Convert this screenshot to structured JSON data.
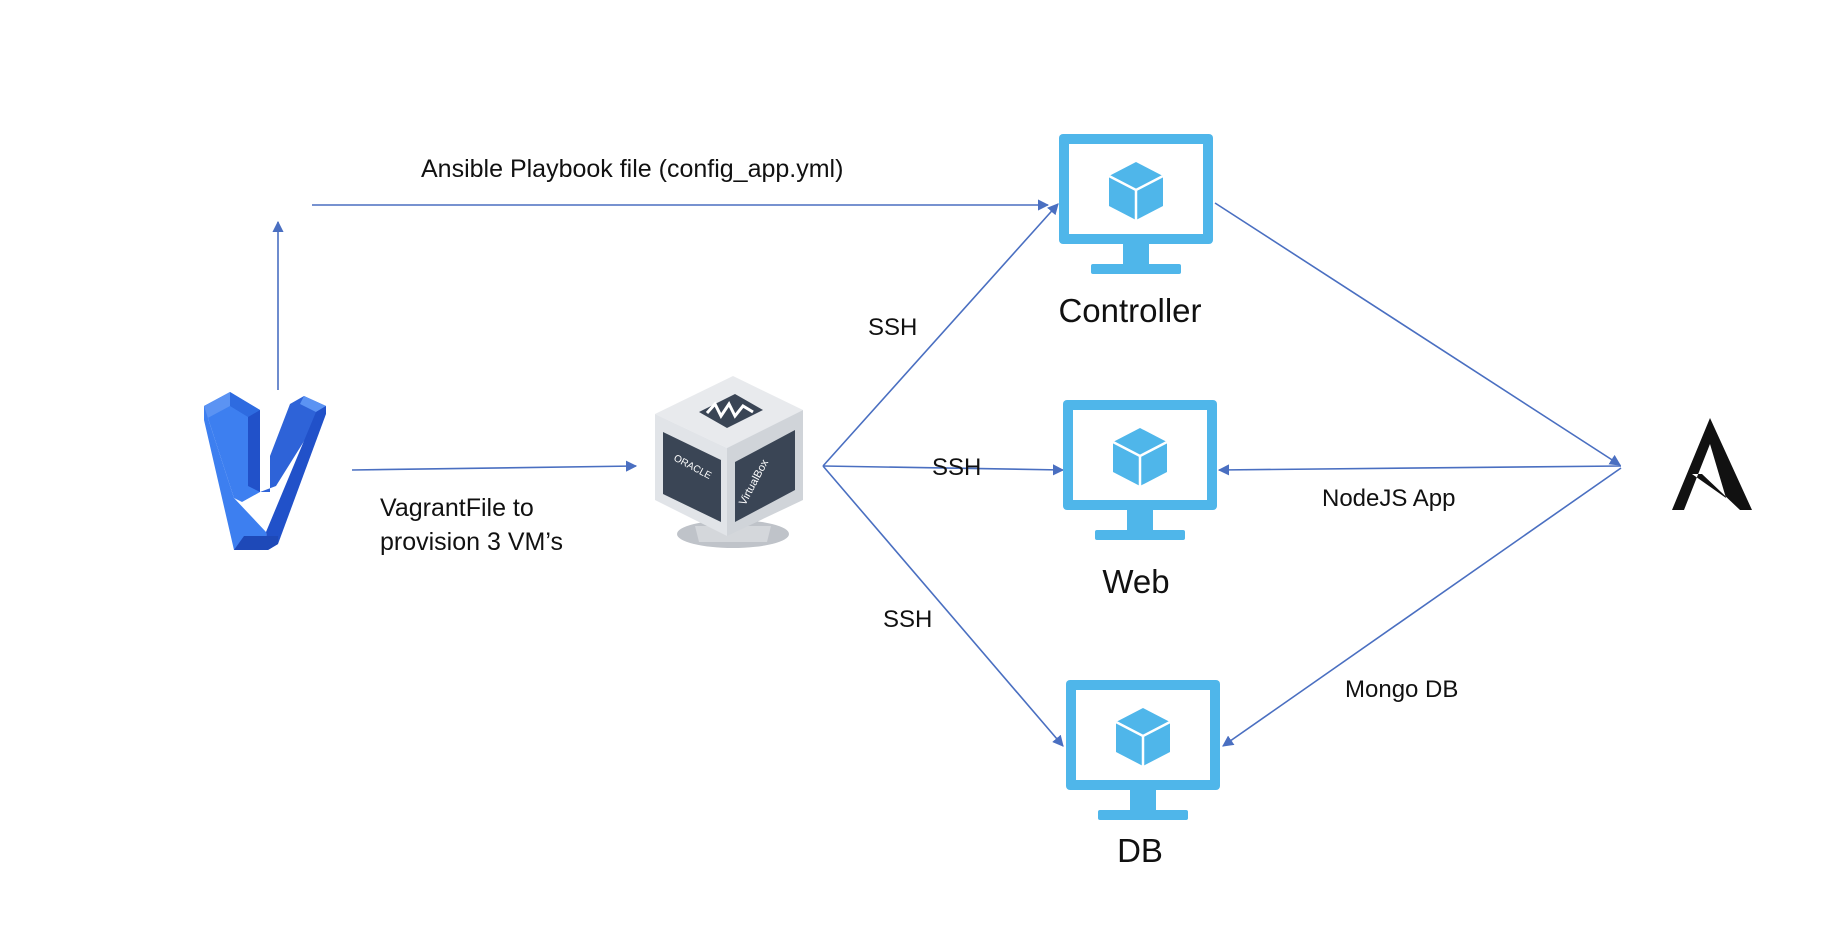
{
  "colors": {
    "arrow": "#4a6fc1",
    "monitor": "#4fb6ea",
    "monitor_screen": "#ffffff",
    "vagrant_light": "#3d7ff0",
    "vagrant_dark": "#2151c9",
    "virtualbox_dark": "#3a4555",
    "ansible": "#111111"
  },
  "icons": {
    "vagrant": "vagrant-logo-icon",
    "virtualbox": "virtualbox-logo-icon",
    "ansible": "ansible-logo-icon",
    "vm": "vm-monitor-icon"
  },
  "nodes": {
    "controller": "Controller",
    "web": "Web",
    "db": "DB"
  },
  "edge_labels": {
    "playbook": "Ansible Playbook file (config_app.yml)",
    "vagrantfile_line1": "VagrantFile to",
    "vagrantfile_line2": "provision 3 VM’s",
    "ssh_controller": "SSH",
    "ssh_web": "SSH",
    "ssh_db": "SSH",
    "nodejs": "NodeJS App",
    "mongo": "Mongo DB"
  },
  "virtualbox_text": {
    "left_face": "ORACLE",
    "right_face": "VirtualBox"
  }
}
